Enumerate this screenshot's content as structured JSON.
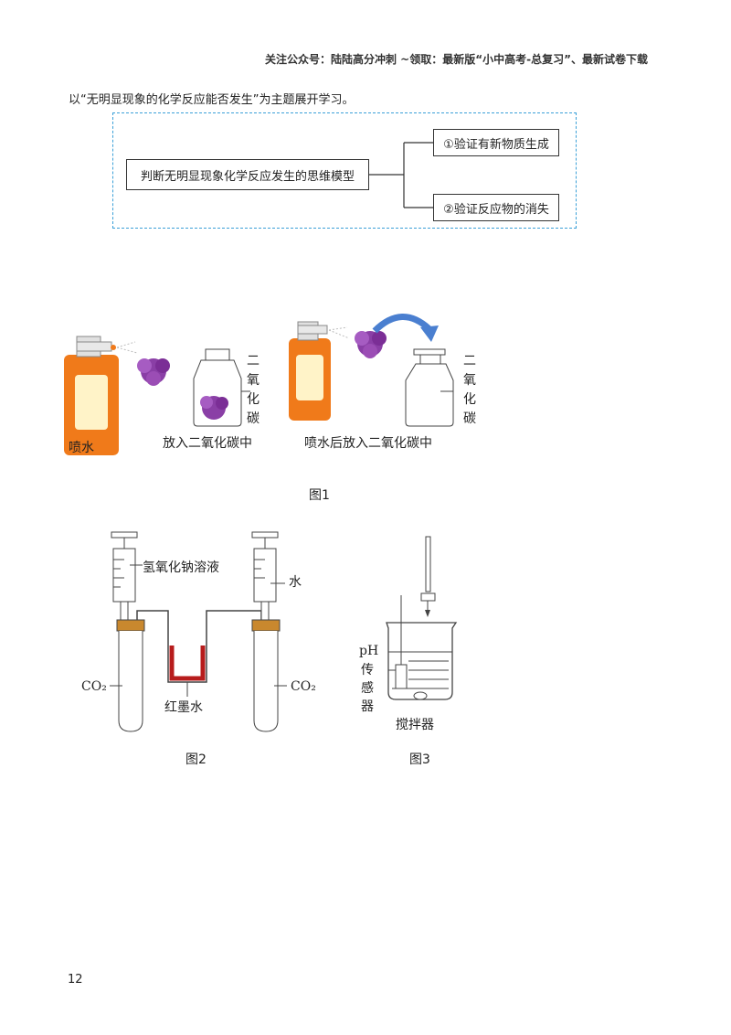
{
  "header": {
    "note": "关注公众号：陆陆高分冲刺 ~领取：最新版“小中高考-总复习”、最新试卷下载"
  },
  "intro": {
    "text": "以“无明显现象的化学反应能否发生”为主题展开学习。"
  },
  "model": {
    "main": "判断无明显现象化学反应发生的思维模型",
    "branch1": "①验证有新物质生成",
    "branch2": "②验证反应物的消失"
  },
  "fig1": {
    "label_spray": "喷水",
    "label_put": "放入二氧化碳中",
    "label_spray_put": "喷水后放入二氧化碳中",
    "gas_label": "二氧化碳",
    "caption": "图1"
  },
  "fig2": {
    "naoh": "氢氧化钠溶液",
    "water": "水",
    "ink": "红墨水",
    "co2_left": "CO₂",
    "co2_right": "CO₂",
    "caption": "图2"
  },
  "fig3": {
    "ph": "pH",
    "sensor_line1": "传",
    "sensor_line2": "感",
    "sensor_line3": "器",
    "stirrer": "搅拌器",
    "caption": "图3"
  },
  "page": {
    "number": "12"
  },
  "colors": {
    "dashed_border": "#3aa0d8",
    "arrow": "#4a7fd0",
    "ink": "#b71c1c",
    "bottle": "#f07a1a"
  }
}
